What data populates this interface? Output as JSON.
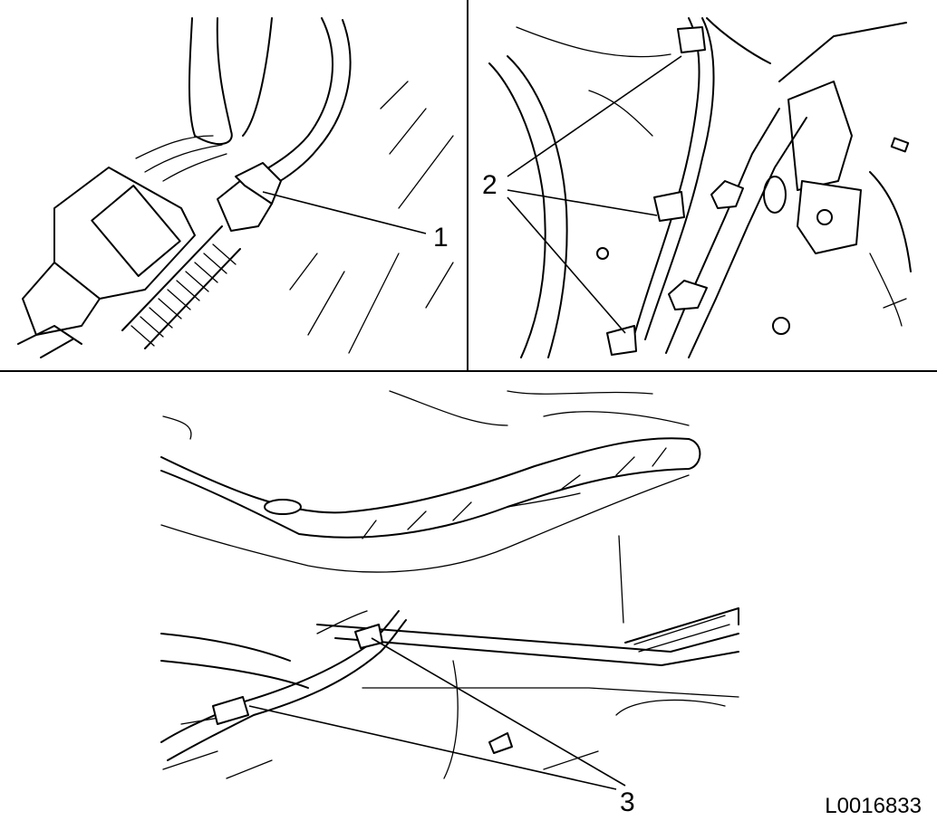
{
  "callouts": {
    "c1": "1",
    "c2": "2",
    "c3": "3"
  },
  "reference_code": "L0016833",
  "colors": {
    "line": "#000000",
    "background": "#ffffff"
  }
}
